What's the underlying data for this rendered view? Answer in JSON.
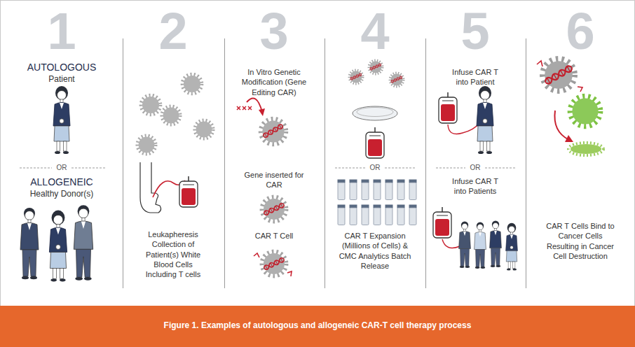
{
  "diagram": {
    "caption": "Figure 1. Examples of autologous and allogeneic CAR-T cell therapy process",
    "labels": [
      "1",
      "AUTOLOGOUS",
      "Patient",
      "OR",
      "ALLOGENEIC",
      "Healthy Donor(s)",
      "2",
      "Leukapheresis Collection of Patient(s) White Blood Cells Including T cells",
      "3",
      "In Vitro Genetic Modification (Gene Editing CAR)",
      "Gene inserted for CAR",
      "CAR T Cell",
      "4",
      "OR",
      "CAR T Expansion (Millions of Cells) & CMC Analytics Batch Release",
      "5",
      "Infuse CAR T into Patient",
      "OR",
      "Infuse CAR T into Patients",
      "6",
      "CAR T Cells Bind to Cancer Cells Resulting in Cancer Cell Destruction"
    ]
  }
}
